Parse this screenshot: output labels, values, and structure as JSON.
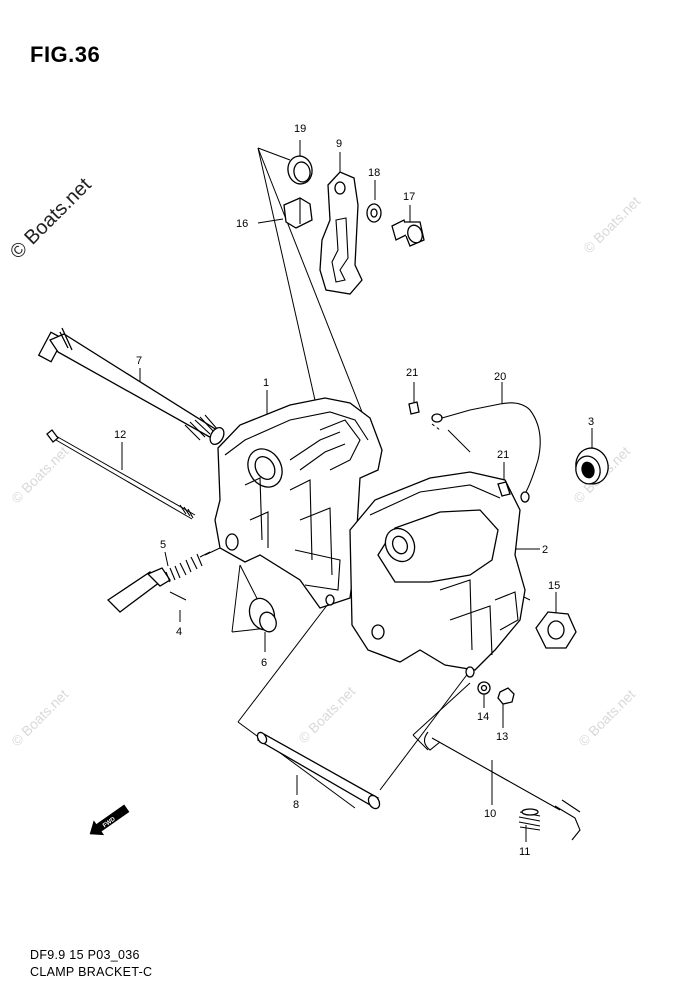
{
  "header": {
    "title": "FIG.36"
  },
  "watermark": {
    "text": "© Boats.net"
  },
  "footer": {
    "model": "DF9.9 15 P03_036",
    "name": "CLAMP BRACKET-C"
  },
  "direction_arrow": {
    "label": "FWD"
  },
  "callouts": {
    "p1": "1",
    "p2": "2",
    "p3": "3",
    "p4": "4",
    "p5": "5",
    "p6": "6",
    "p7": "7",
    "p8": "8",
    "p9": "9",
    "p10": "10",
    "p11": "11",
    "p12": "12",
    "p13": "13",
    "p14": "14",
    "p15": "15",
    "p16": "16",
    "p17": "17",
    "p18": "18",
    "p19": "19",
    "p20": "20",
    "p21a": "21",
    "p21b": "21"
  }
}
